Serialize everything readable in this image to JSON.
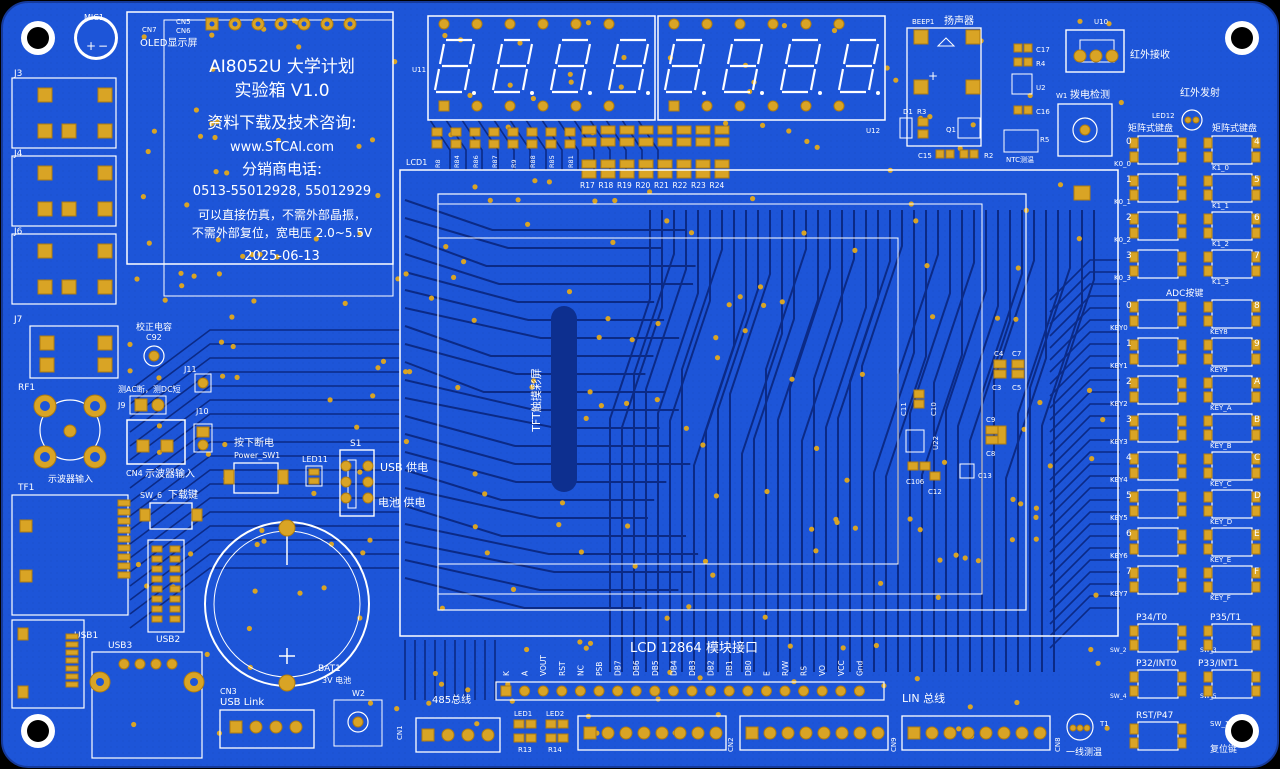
{
  "colors": {
    "board": "#1d55d8",
    "board_dark": "#1846b8",
    "trace": "#0b2a86",
    "silk": "#ffffff",
    "pad": "#d9a425",
    "background": "#000000"
  },
  "title_block": {
    "line1": "AI8052U 大学计划",
    "line2": "实验箱 V1.0",
    "line3": "资料下载及技术咨询:",
    "line4": "www.STCAI.com",
    "line5": "分销商电话:",
    "line6": "0513-55012928, 55012929",
    "line7": "可以直接仿真，不需外部晶振，",
    "line8": "不需外部复位，宽电压 2.0~5.5V",
    "line9": "2025-06-13"
  },
  "labels": {
    "mic1": "MIC1",
    "cn7": "CN7",
    "cn5": "CN5",
    "cn6": "CN6",
    "oled": "OLED显示屏",
    "j3": "J3",
    "j4": "J4",
    "j6": "J6",
    "j7": "J7",
    "rf1": "RF1",
    "tf1": "TF1",
    "usb1": "USB1",
    "usb2": "USB2",
    "usb3": "USB3",
    "u11": "U11",
    "u12": "U12",
    "beep1": "BEEP1",
    "speaker": "扬声器",
    "u10": "U10",
    "ir_rx": "红外接收",
    "ir_tx": "红外发射",
    "led12": "LED12",
    "matrix_kb_left": "矩阵式键盘",
    "matrix_kb_right": "矩阵式键盘",
    "w1": "W1",
    "pot_detect": "拨电检测",
    "ntc": "NTC测温",
    "d1": "D1",
    "r3": "R3",
    "q1": "Q1",
    "r2": "R2",
    "c15": "C15",
    "c17": "C17",
    "r4": "R4",
    "u2": "U2",
    "c16": "C16",
    "r5": "R5",
    "lcd1": "LCD1",
    "tft": "TFT触摸彩屏",
    "adc_keys": "ADC按键",
    "calib_cap": "校正电容",
    "c92": "C92",
    "j9": "J9",
    "j10": "J10",
    "j11": "J11",
    "ac_dc": "测AC断，测DC短",
    "cn4": "CN4",
    "scope_in_cn4": "示波器输入",
    "scope_in": "示波器输入",
    "press_off": "按下断电",
    "power_sw": "Power_SW1",
    "s1": "S1",
    "usb_power": "USB 供电",
    "bat_power": "电池 供电",
    "led11": "LED11",
    "sw6": "SW_6",
    "download_key": "下载键",
    "bat1": "BAT1",
    "bat_3v": "3V 电池",
    "cn3": "CN3",
    "usb_link": "USB Link",
    "w2": "W2",
    "cn1": "CN1",
    "bus485": "485总线",
    "led1": "LED1",
    "led2": "LED2",
    "r13": "R13",
    "r14": "R14",
    "cn2": "CN2",
    "cn9": "CN9",
    "lin_bus": "LIN 总线",
    "cn8": "CN8",
    "t1": "T1",
    "one_wire": "一线测温",
    "lcd12864": "LCD 12864 模块接口",
    "rst_key": "RST/P47",
    "sw1": "SW_1",
    "reset_key": "复位键",
    "p34": "P34/T0",
    "p35": "P35/T1",
    "p32": "P32/INT0",
    "p33": "P33/INT1",
    "sw2": "SW_2",
    "sw3": "SW_3",
    "sw4": "SW_4",
    "sw5": "SW_5",
    "c4": "C4",
    "c7": "C7",
    "c3": "C3",
    "c5": "C5",
    "c9": "C9",
    "c8": "C8",
    "c10": "C10",
    "c11": "C11",
    "u22": "U22",
    "c106": "C106",
    "c12": "C12",
    "c13": "C13"
  },
  "resistors_top": [
    "R8",
    "R84",
    "R86",
    "R87",
    "R9",
    "R88",
    "R85",
    "R81"
  ],
  "resistors_bottom": [
    "R17",
    "R18",
    "R19",
    "R20",
    "R21",
    "R22",
    "R23",
    "R24"
  ],
  "lcd12864_pins": [
    "K",
    "A",
    "VOUT",
    "RST",
    "NC",
    "PSB",
    "DB7",
    "DB6",
    "DB5",
    "DB4",
    "DB3",
    "DB2",
    "DB1",
    "DB0",
    "E",
    "R/W",
    "RS",
    "VO",
    "VCC",
    "Gnd"
  ],
  "matrix_left": [
    {
      "num": "0",
      "name": "K0_0"
    },
    {
      "num": "1",
      "name": "K0_1"
    },
    {
      "num": "2",
      "name": "K0_2"
    },
    {
      "num": "3",
      "name": "K0_3"
    }
  ],
  "matrix_right": [
    {
      "num": "4",
      "name": "K1_0"
    },
    {
      "num": "5",
      "name": "K1_1"
    },
    {
      "num": "6",
      "name": "K1_2"
    },
    {
      "num": "7",
      "name": "K1_3"
    }
  ],
  "adc_left": [
    {
      "num": "0",
      "name": "KEY0"
    },
    {
      "num": "1",
      "name": "KEY1"
    },
    {
      "num": "2",
      "name": "KEY2"
    },
    {
      "num": "3",
      "name": "KEY3"
    },
    {
      "num": "4",
      "name": "KEY4"
    },
    {
      "num": "5",
      "name": "KEY5"
    },
    {
      "num": "6",
      "name": "KEY6"
    },
    {
      "num": "7",
      "name": "KEY7"
    }
  ],
  "adc_right": [
    {
      "num": "8",
      "name": "KEY8"
    },
    {
      "num": "9",
      "name": "KEY9"
    },
    {
      "num": "A",
      "name": "KEY_A"
    },
    {
      "num": "B",
      "name": "KEY_B"
    },
    {
      "num": "C",
      "name": "KEY_C"
    },
    {
      "num": "D",
      "name": "KEY_D"
    },
    {
      "num": "E",
      "name": "KEY_E"
    },
    {
      "num": "F",
      "name": "KEY_F"
    }
  ]
}
